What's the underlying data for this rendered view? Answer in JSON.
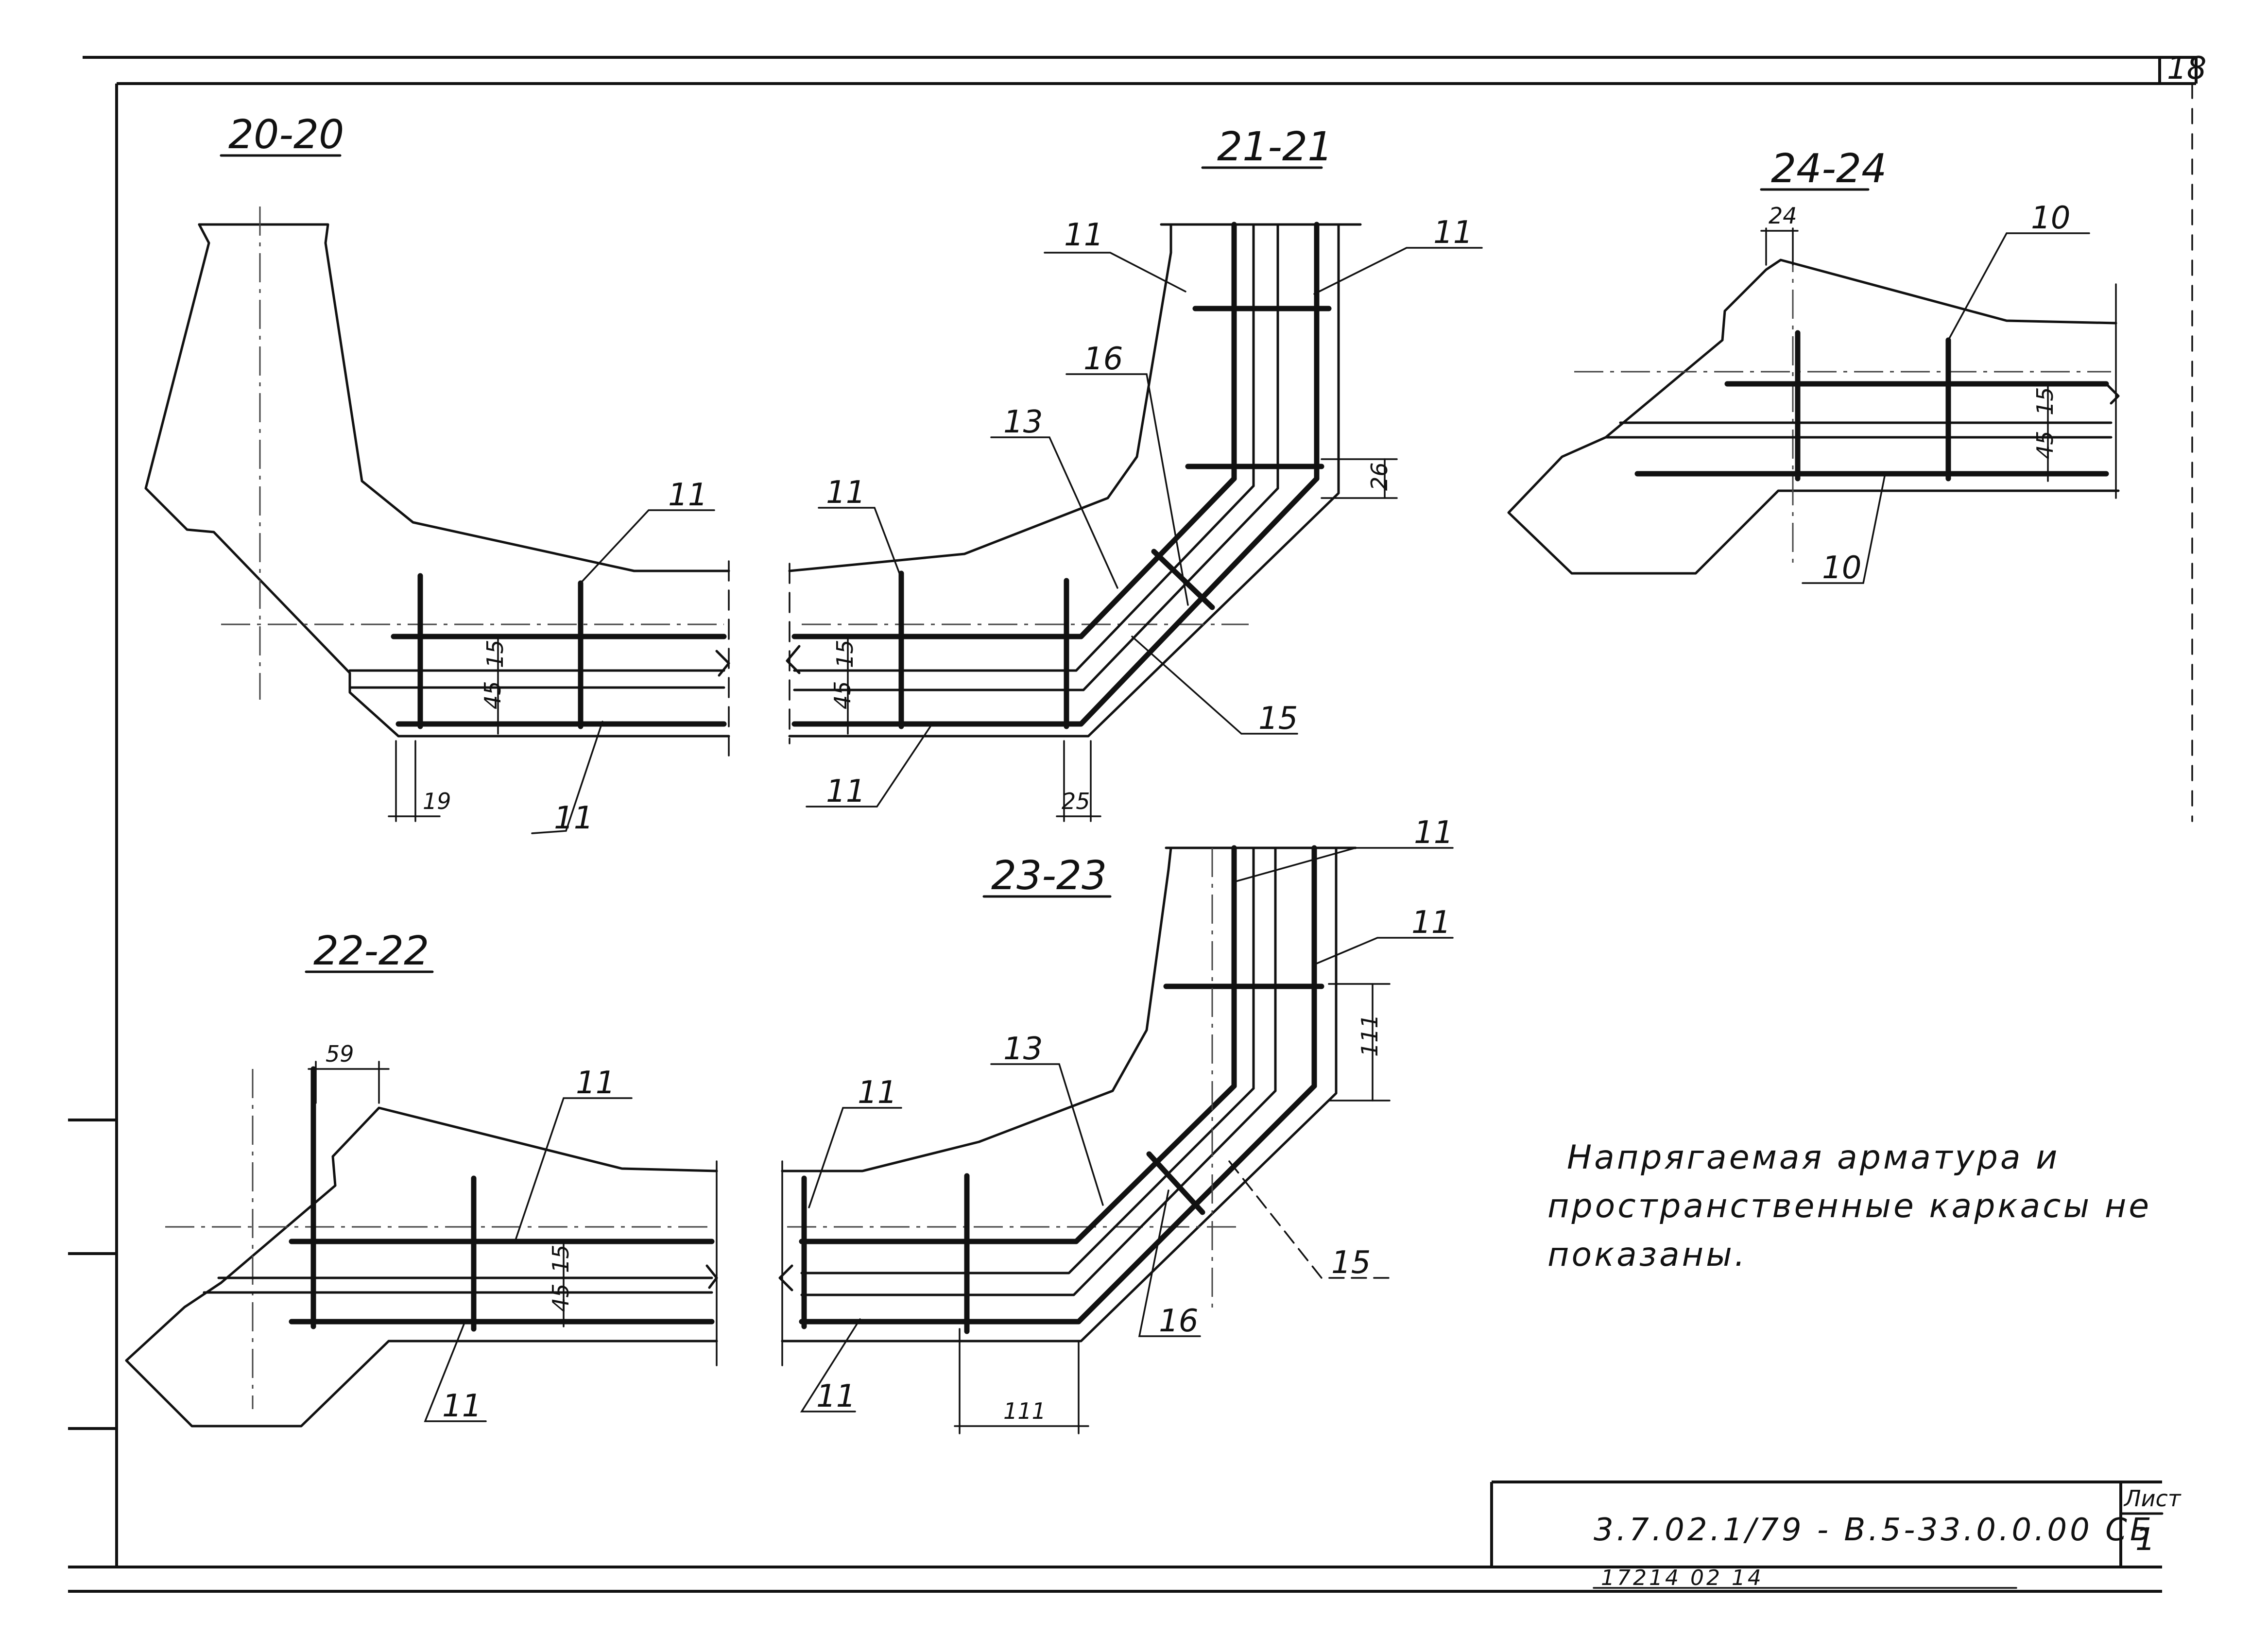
{
  "sheet_number": "18",
  "sections": [
    {
      "title": "20-20"
    },
    {
      "title": "21-21"
    },
    {
      "title": "24-24"
    },
    {
      "title": "22-22"
    },
    {
      "title": "23-23"
    }
  ],
  "callouts": {
    "s2020": [
      "11",
      "11"
    ],
    "s2121": [
      "11",
      "11",
      "16",
      "13",
      "11",
      "15",
      "11"
    ],
    "s2424": [
      "10",
      "10"
    ],
    "s2222": [
      "11",
      "11"
    ],
    "s2323": [
      "11",
      "11",
      "13",
      "11",
      "15",
      "16",
      "11"
    ]
  },
  "dimensions": {
    "s2020": [
      "15",
      "45",
      "19"
    ],
    "s2121": [
      "26",
      "15",
      "45",
      "25"
    ],
    "s2424": [
      "24",
      "15",
      "45"
    ],
    "s2222": [
      "59",
      "15",
      "45"
    ],
    "s2323": [
      "111",
      "111"
    ]
  },
  "note": {
    "lines": [
      "Напрягаемая арматура и",
      "пространственные каркасы не",
      "показаны."
    ]
  },
  "title_block": {
    "doc_code": "3.7.02.1/79 - В.5-33.0.0.00 СБ",
    "sheet_label": "Лист",
    "sheet_value": "1"
  },
  "footer": {
    "inventory": "17214 02 14"
  }
}
